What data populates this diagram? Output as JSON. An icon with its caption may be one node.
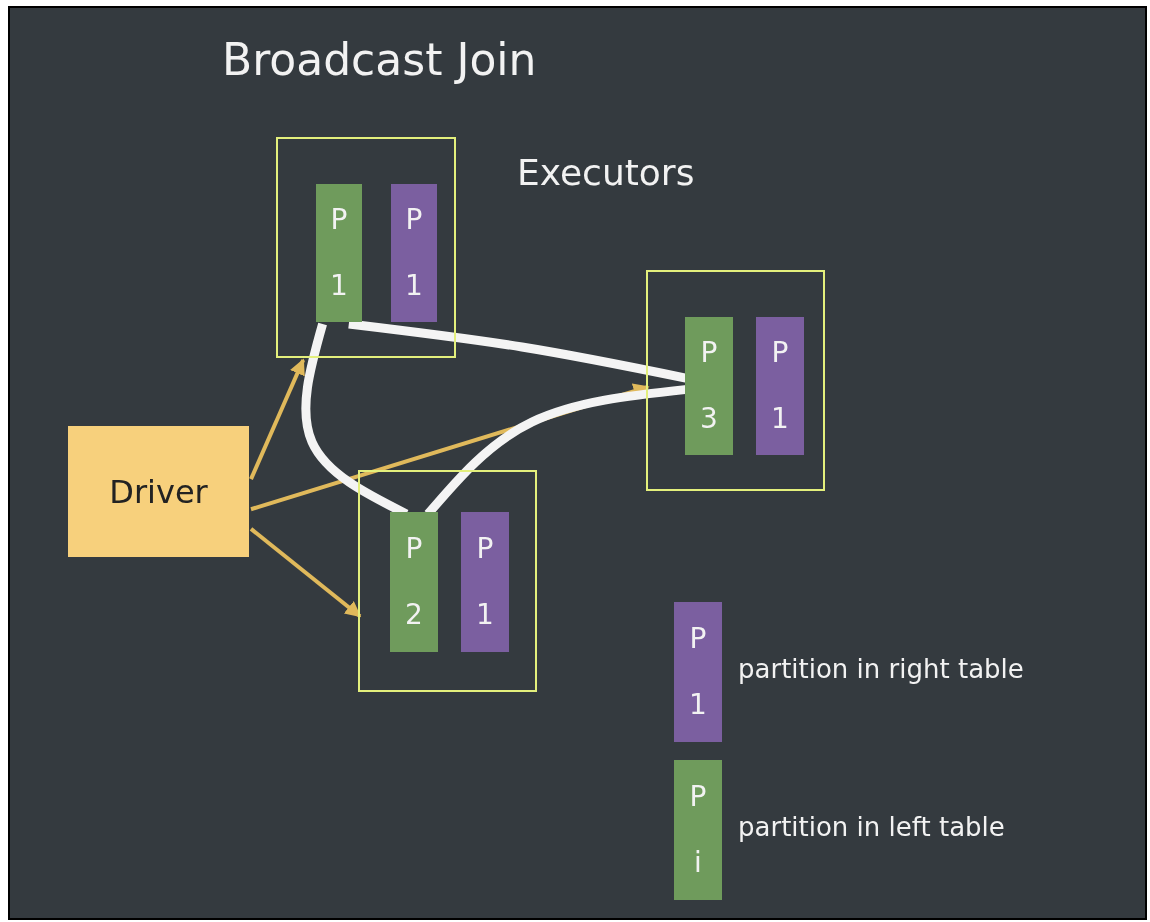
{
  "diagram": {
    "title": "Broadcast Join",
    "nodes": [
      {
        "text": [],
        "shape": "box"
      },
      {
        "text": [
          "P 1"
        ],
        "in": 0
      },
      {
        "text": [
          "P 1"
        ],
        "in": 0
      },
      {
        "text": [],
        "shape": "box"
      },
      {
        "text": [
          "P 3"
        ],
        "in": 3
      },
      {
        "text": [
          "P 1"
        ],
        "in": 3
      },
      {
        "text": [],
        "shape": "box"
      },
      {
        "text": [
          "P 2"
        ],
        "in": 6
      },
      {
        "text": [
          "P 1"
        ],
        "in": 6
      },
      {
        "text": [
          "Driver"
        ]
      },
      {
        "text": [
          "P 1"
        ],
        "beside": [
          "partition in right table"
        ]
      },
      {
        "text": [
          "P i"
        ],
        "beside": [
          "partition in left table"
        ]
      }
    ],
    "edges": [
      {
        "from": 9,
        "to": 0,
        "arrow": "to",
        "color": "#e0b95b"
      },
      {
        "from": 9,
        "to": 3,
        "arrow": "to",
        "color": "#e0b95b"
      },
      {
        "from": 9,
        "to": 6,
        "arrow": "to",
        "color": "#e0b95b"
      },
      {
        "from": 1,
        "to": 4,
        "arrow": "none",
        "style": "thick",
        "color": "#f4f4f4"
      },
      {
        "from": 1,
        "to": 7,
        "arrow": "none",
        "style": "thick",
        "color": "#f4f4f4"
      },
      {
        "from": 7,
        "to": 4,
        "arrow": "none",
        "style": "thick",
        "color": "#f4f4f4"
      }
    ],
    "labels": [
      "Executors"
    ]
  }
}
